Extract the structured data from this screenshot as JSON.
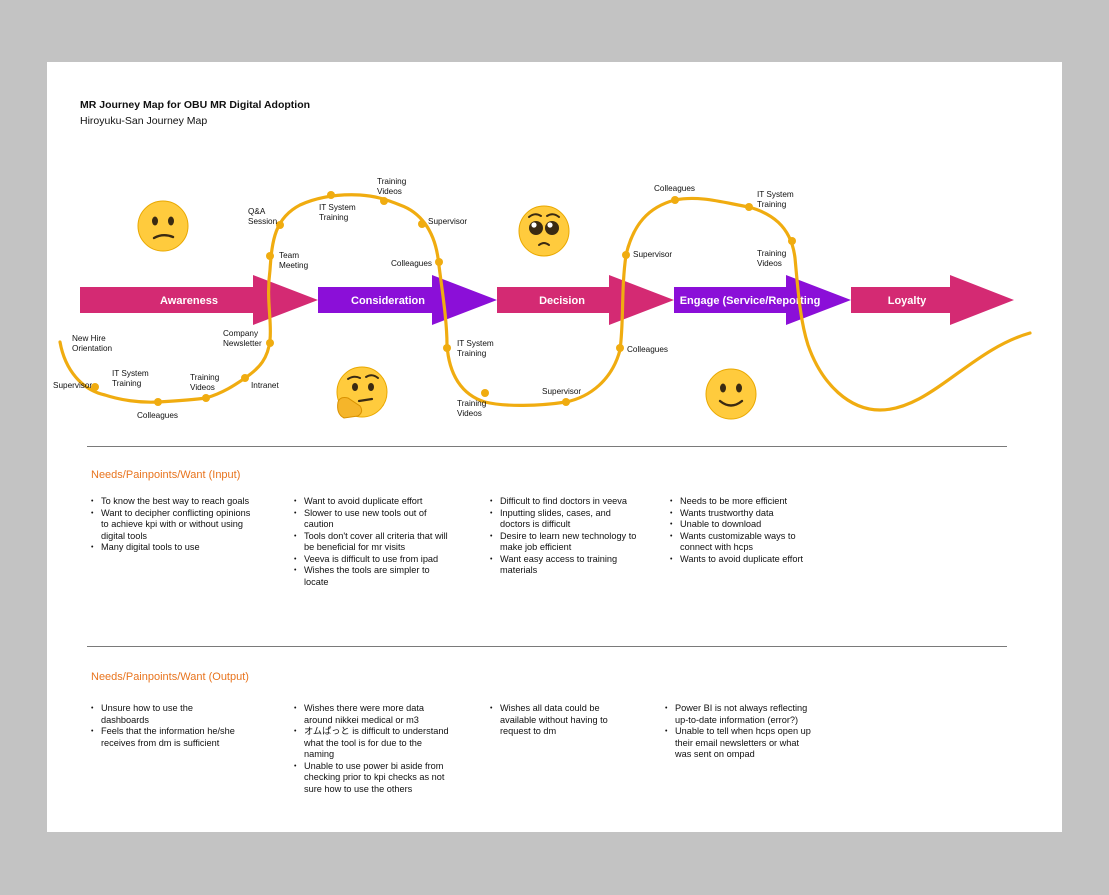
{
  "header": {
    "title": "MR Journey Map for OBU MR Digital Adoption",
    "subtitle": "Hiroyuku-San Journey Map"
  },
  "stages": [
    "Awareness",
    "Consideration",
    "Decision",
    "Engage (Service/Reporting",
    "Loyalty"
  ],
  "emotions": [
    "confused",
    "thinking",
    "pleading",
    "smiling"
  ],
  "touchpoints": {
    "new_hire": [
      "New Hire",
      "Orientation"
    ],
    "supervisor_1": [
      "Supervisor"
    ],
    "it_training_1": [
      "IT System",
      "Training"
    ],
    "colleagues_1": [
      "Colleagues"
    ],
    "training_videos_1": [
      "Training",
      "Videos"
    ],
    "intranet": [
      "Intranet"
    ],
    "company_newsletter": [
      "Company",
      "Newsletter"
    ],
    "team_meeting": [
      "Team",
      "Meeting"
    ],
    "qa_session": [
      "Q&A",
      "Session"
    ],
    "it_training_2": [
      "IT System",
      "Training"
    ],
    "training_videos_2": [
      "Training",
      "Videos"
    ],
    "supervisor_2": [
      "Supervisor"
    ],
    "colleagues_2": [
      "Colleagues"
    ],
    "it_training_3": [
      "IT System",
      "Training"
    ],
    "training_videos_3": [
      "Training",
      "Videos"
    ],
    "supervisor_3": [
      "Supervisor"
    ],
    "colleagues_3": [
      "Colleagues"
    ],
    "supervisor_4": [
      "Supervisor"
    ],
    "colleagues_4": [
      "Colleagues"
    ],
    "it_training_4": [
      "IT System",
      "Training"
    ],
    "training_videos_4": [
      "Training",
      "Videos"
    ]
  },
  "colors": {
    "awareness": "#d42a73",
    "consideration": "#8b0fd8",
    "path": "#f0ac10",
    "section_heading": "#e8741e",
    "background": "#c3c3c3"
  },
  "input_section": {
    "heading": "Needs/Painpoints/Want (Input)",
    "columns": [
      [
        "To know the best way to reach goals",
        "Want to decipher conflicting opinions to achieve kpi with or without using digital tools",
        "Many digital tools to use"
      ],
      [
        "Want to avoid duplicate effort",
        "Slower to use new tools out of caution",
        "Tools don't cover all criteria that will be beneficial for mr visits",
        "Veeva is difficult to use from ipad",
        "Wishes the tools are simpler to locate"
      ],
      [
        "Difficult to find doctors in veeva",
        "Inputting slides, cases, and doctors is difficult",
        "Desire to learn new technology to make job efficient",
        "Want easy access to training materials"
      ],
      [
        "Needs to be more efficient",
        "Wants trustworthy data",
        "Unable to download",
        "Wants customizable ways to connect with hcps",
        "Wants to avoid duplicate effort"
      ]
    ]
  },
  "output_section": {
    "heading": "Needs/Painpoints/Want (Output)",
    "columns": [
      [
        "Unsure how to use the dashboards",
        "Feels that the information he/she receives from dm is sufficient"
      ],
      [
        "Wishes there were more data around nikkei medical or m3",
        "オムぱっと is difficult to understand what the tool is for due to the naming",
        "Unable to use power bi aside from checking prior to kpi checks as not sure how to use the others"
      ],
      [
        "Wishes all data could be available without having to request to dm"
      ],
      [
        "Power BI is not always reflecting up-to-date information (error?)",
        "Unable to tell when hcps open up their email newsletters or what was sent on ompad"
      ]
    ]
  }
}
